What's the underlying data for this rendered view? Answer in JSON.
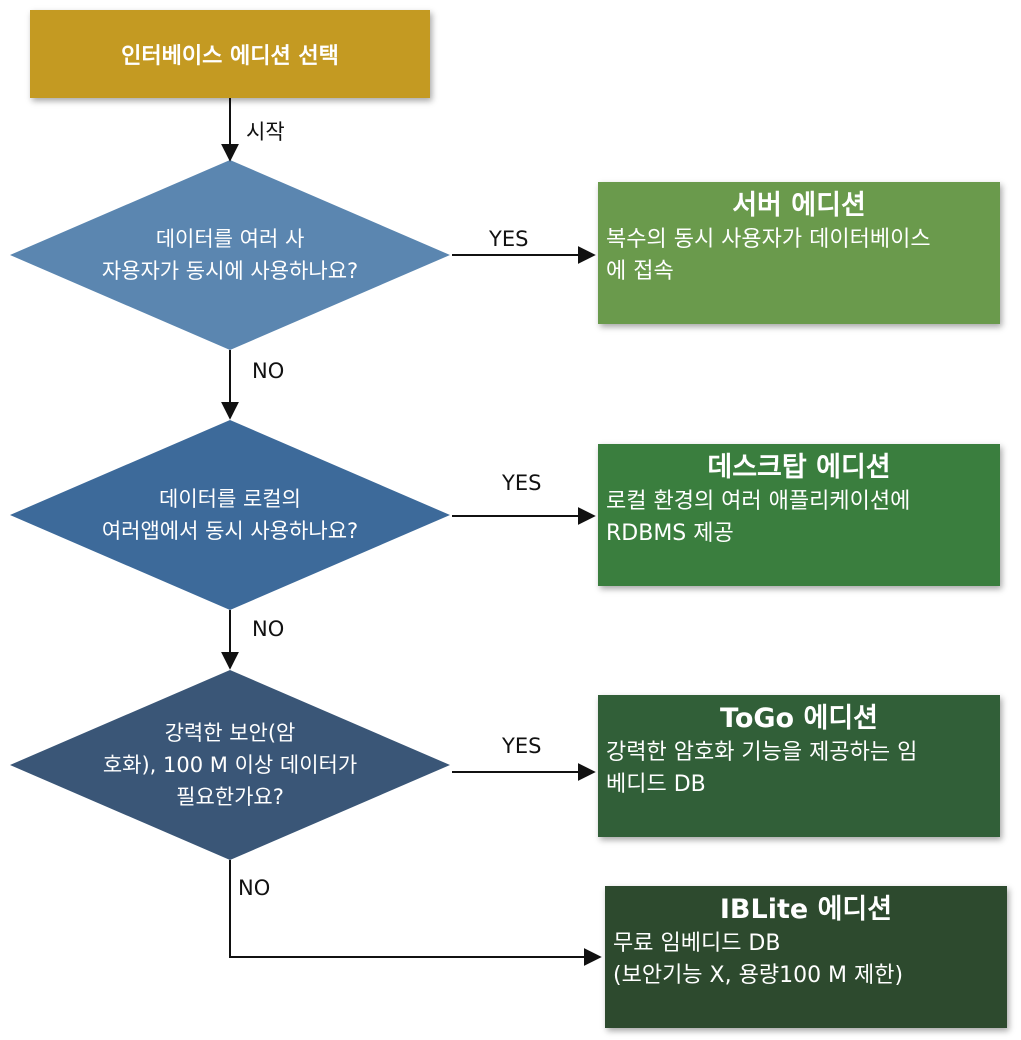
{
  "start": {
    "title": "인터베이스 에디션 선택"
  },
  "edges": {
    "start_label": "시작",
    "yes1": "YES",
    "no1": "NO",
    "yes2": "YES",
    "no2": "NO",
    "yes3": "YES",
    "no3": "NO"
  },
  "decisions": [
    {
      "line1": "데이터를 여러 사",
      "line2": "자용자가 동시에 사용하나요?",
      "line3": ""
    },
    {
      "line1": "데이터를 로컬의",
      "line2": "여러앱에서 동시 사용하나요?",
      "line3": ""
    },
    {
      "line1": "강력한 보안(암",
      "line2": "호화), 100 M 이상 데이터가",
      "line3": "필요한가요?"
    }
  ],
  "editions": [
    {
      "title": "서버 에디션",
      "desc1": "복수의 동시 사용자가 데이터베이스",
      "desc2": "에 접속",
      "color": "#6a9a4c"
    },
    {
      "title": "데스크탑 에디션",
      "desc1": "로컬 환경의 여러 애플리케이션에",
      "desc2": "RDBMS 제공",
      "color": "#3a7e3e"
    },
    {
      "title": "ToGo 에디션",
      "desc1": "강력한 암호화 기능을 제공하는 임",
      "desc2": "베디드 DB",
      "color": "#315f38"
    },
    {
      "title": "IBLite 에디션",
      "desc1": "무료 임베디드 DB",
      "desc2": "(보안기능 X, 용량100 M 제한)",
      "color": "#2d4a2e"
    }
  ],
  "colors": {
    "start": "#c49a22",
    "decision1": "#5b86b0",
    "decision2": "#3d6a9a",
    "decision3": "#3a5677"
  }
}
